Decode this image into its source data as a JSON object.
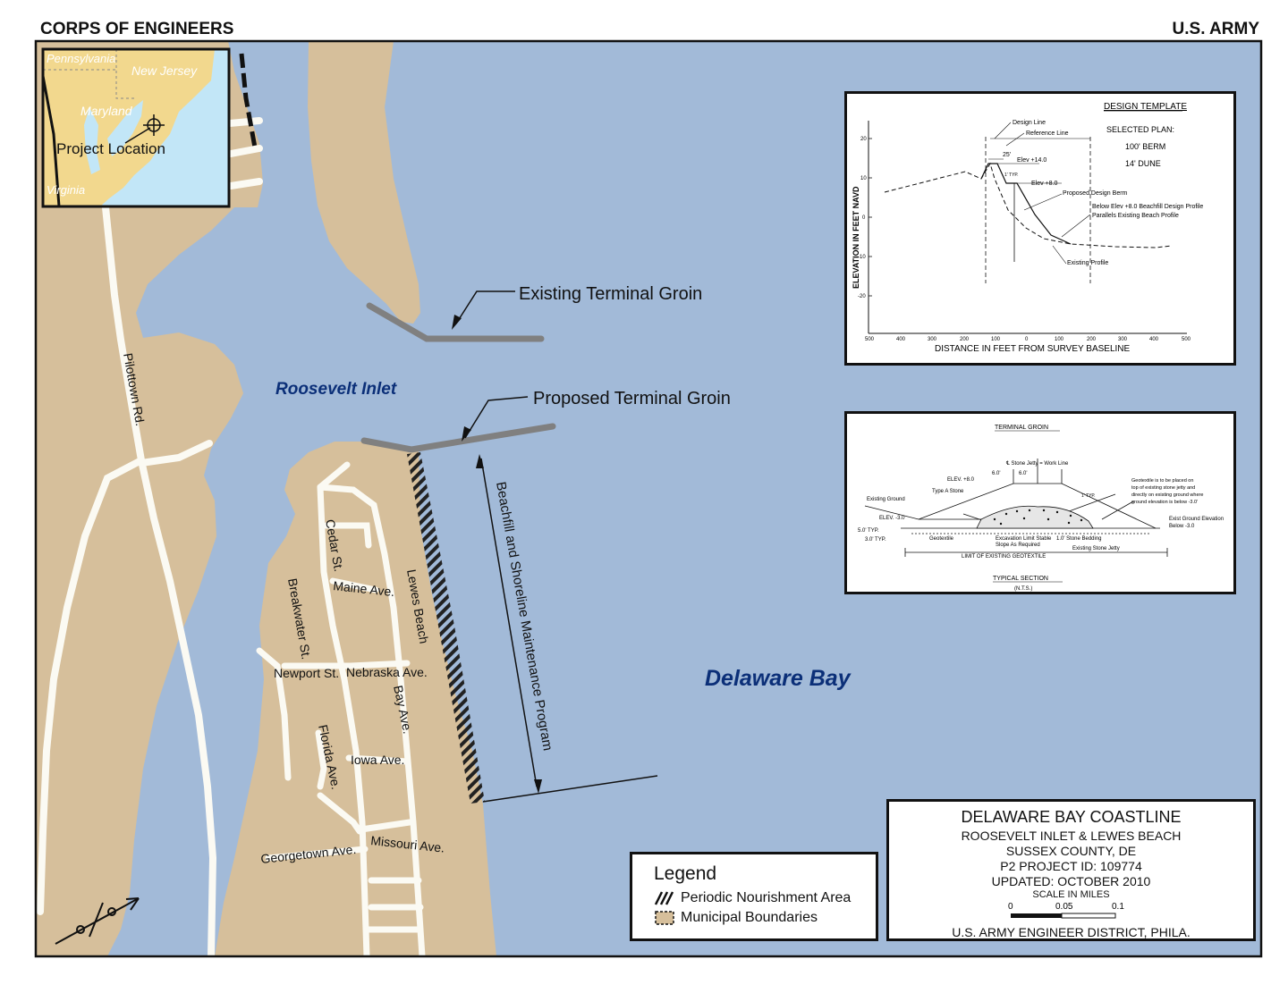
{
  "header": {
    "left": "CORPS OF ENGINEERS",
    "right": "U.S. ARMY"
  },
  "colors": {
    "water": "#a2bad8",
    "land": "#d6bf9b",
    "road": "#fbfaf3",
    "groin": "#808080",
    "navy": "#0b2f78"
  },
  "labels": {
    "inlet": "Roosevelt Inlet",
    "bay": "Delaware Bay",
    "existing_groin": "Existing Terminal Groin",
    "proposed_groin": "Proposed Terminal Groin",
    "program": "Beachfill and Shoreline Maintenance Program",
    "pilottown": "Pilottown Rd.",
    "cedar": "Cedar St.",
    "maine": "Maine Ave.",
    "lewes_beach": "Lewes Beach",
    "breakwater": "Breakwater St.",
    "newport": "Newport St.",
    "nebraska": "Nebraska Ave.",
    "bay_ave": "Bay Ave.",
    "florida": "Florida Ave.",
    "iowa": "Iowa Ave.",
    "georgetown": "Georgetown Ave.",
    "missouri": "Missouri Ave."
  },
  "inset": {
    "states": [
      "Pennsylvania",
      "New Jersey",
      "Maryland",
      "Virginia"
    ],
    "project_location": "Project Location"
  },
  "design_template": {
    "title": "DESIGN TEMPLATE",
    "selected_plan": "SELECTED PLAN:",
    "berm": "100' BERM",
    "dune": "14' DUNE",
    "ylabel": "ELEVATION IN FEET NAVD",
    "xlabel": "DISTANCE IN FEET FROM SURVEY BASELINE",
    "y_ticks": [
      "20",
      "10",
      "0",
      "-10",
      "-20"
    ],
    "x_ticks": [
      "500",
      "400",
      "300",
      "200",
      "100",
      "0",
      "100",
      "200",
      "300",
      "400",
      "500"
    ],
    "design_line": "Design Line",
    "reference_line": "Reference Line",
    "dim_25": "25'",
    "elev_14": "Elev +14.0",
    "elev_8": "Elev +8.0",
    "typ": "1' TYP.",
    "proposed_berm": "Proposed Design Berm",
    "below_note_1": "Below Elev +8.0 Beachfill Design Profile",
    "below_note_2": "Parallels Existing Beach Profile",
    "existing_profile": "Existing Profile"
  },
  "terminal_groin": {
    "title": "TERMINAL GROIN",
    "work_line": "℄ Stone Jetty = Work Line",
    "dim_left": "6.0'",
    "dim_right": "6.0'",
    "elev_8": "ELEV. +8.0",
    "type_a": "Type A Stone",
    "typ": "1' TYP.",
    "geotextile_note_1": "Geotextile is to be placed on",
    "geotextile_note_2": "top of existing stone jetty and",
    "geotextile_note_3": "directly on existing ground where",
    "geotextile_note_4": "ground elevation is below -3.0'",
    "existing_ground": "Existing Ground",
    "elev_m3": "ELEV. -3.0",
    "typ5": "5.0' TYP.",
    "typ3": "3.0' TYP.",
    "geotextile": "Geotextile",
    "excavation_1": "Excavation Limit Stable",
    "excavation_2": "Slope As Required",
    "bedding": "1.0' Stone Bedding",
    "existing_jetty": "Existing Stone Jetty",
    "exist_ground_elev_1": "Exist Ground Elevation",
    "exist_ground_elev_2": "Below -3.0",
    "limit": "LIMIT OF EXISTING GEOTEXTILE",
    "typical_section": "TYPICAL SECTION",
    "nts": "(N.T.S.)"
  },
  "legend": {
    "title": "Legend",
    "items": [
      "Periodic Nourishment Area",
      "Municipal Boundaries"
    ]
  },
  "title_block": {
    "title": "DELAWARE BAY COASTLINE",
    "line1": "ROOSEVELT INLET & LEWES BEACH",
    "line2": "SUSSEX COUNTY, DE",
    "line3": "P2 PROJECT ID: 109774",
    "line4": "UPDATED: OCTOBER 2010",
    "scale_label": "SCALE IN MILES",
    "scale_ticks": [
      "0",
      "0.05",
      "0.1"
    ],
    "district": "U.S. ARMY ENGINEER DISTRICT, PHILA."
  }
}
